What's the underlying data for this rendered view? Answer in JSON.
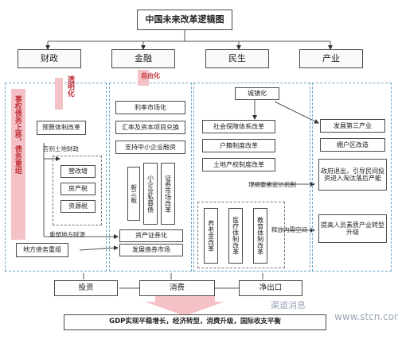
{
  "title": "中国未来改革逻辑图",
  "pillars": [
    "财政",
    "金融",
    "民生",
    "产业"
  ],
  "pillar_notes": {
    "caizheng": "透明化",
    "jinrong": "自由化"
  },
  "left_vertical": "事权债务上移，债务重组",
  "fiscal": {
    "budget": "预算体制改革",
    "land_finance": "告别土地财政",
    "tax_items": [
      "营改增",
      "房产税",
      "资源税"
    ],
    "rebuild": "重塑地方财源",
    "local_debt": "地方债务重组"
  },
  "finance": {
    "rate": "利率市场化",
    "fx": "汇率及资本项目兑换",
    "sme": "支持中小企业融资",
    "new3": "新三板",
    "small_bank": "小企业私募债",
    "reg": "证券市场改革",
    "abs": "资产证券化",
    "bond": "发展债券市场"
  },
  "livelihood": {
    "urban": "城镇化",
    "social": "社会保障体系改革",
    "hukou": "户籍制度改革",
    "land": "土地产权制度改革",
    "mechanism": "理顺要素定价机制",
    "pension": "养老金改革",
    "medical": "医疗体制改革",
    "edu": "教育体制改革",
    "release": "释放内需空间"
  },
  "industry": {
    "tertiary": "发展第三产业",
    "shanty": "棚户区改造",
    "gov_exit": "政府退出，引导民间投资进入淘汰落后产能",
    "upgrade": "提高人员素质产业转型升级"
  },
  "demand": [
    "投资",
    "消费",
    "净出口"
  ],
  "gdp": "GDP实现平稳增长，经济转型，消费升级，国际收支平衡",
  "watermark_left": "渠道消息",
  "watermark_right": "www.stcn.com"
}
